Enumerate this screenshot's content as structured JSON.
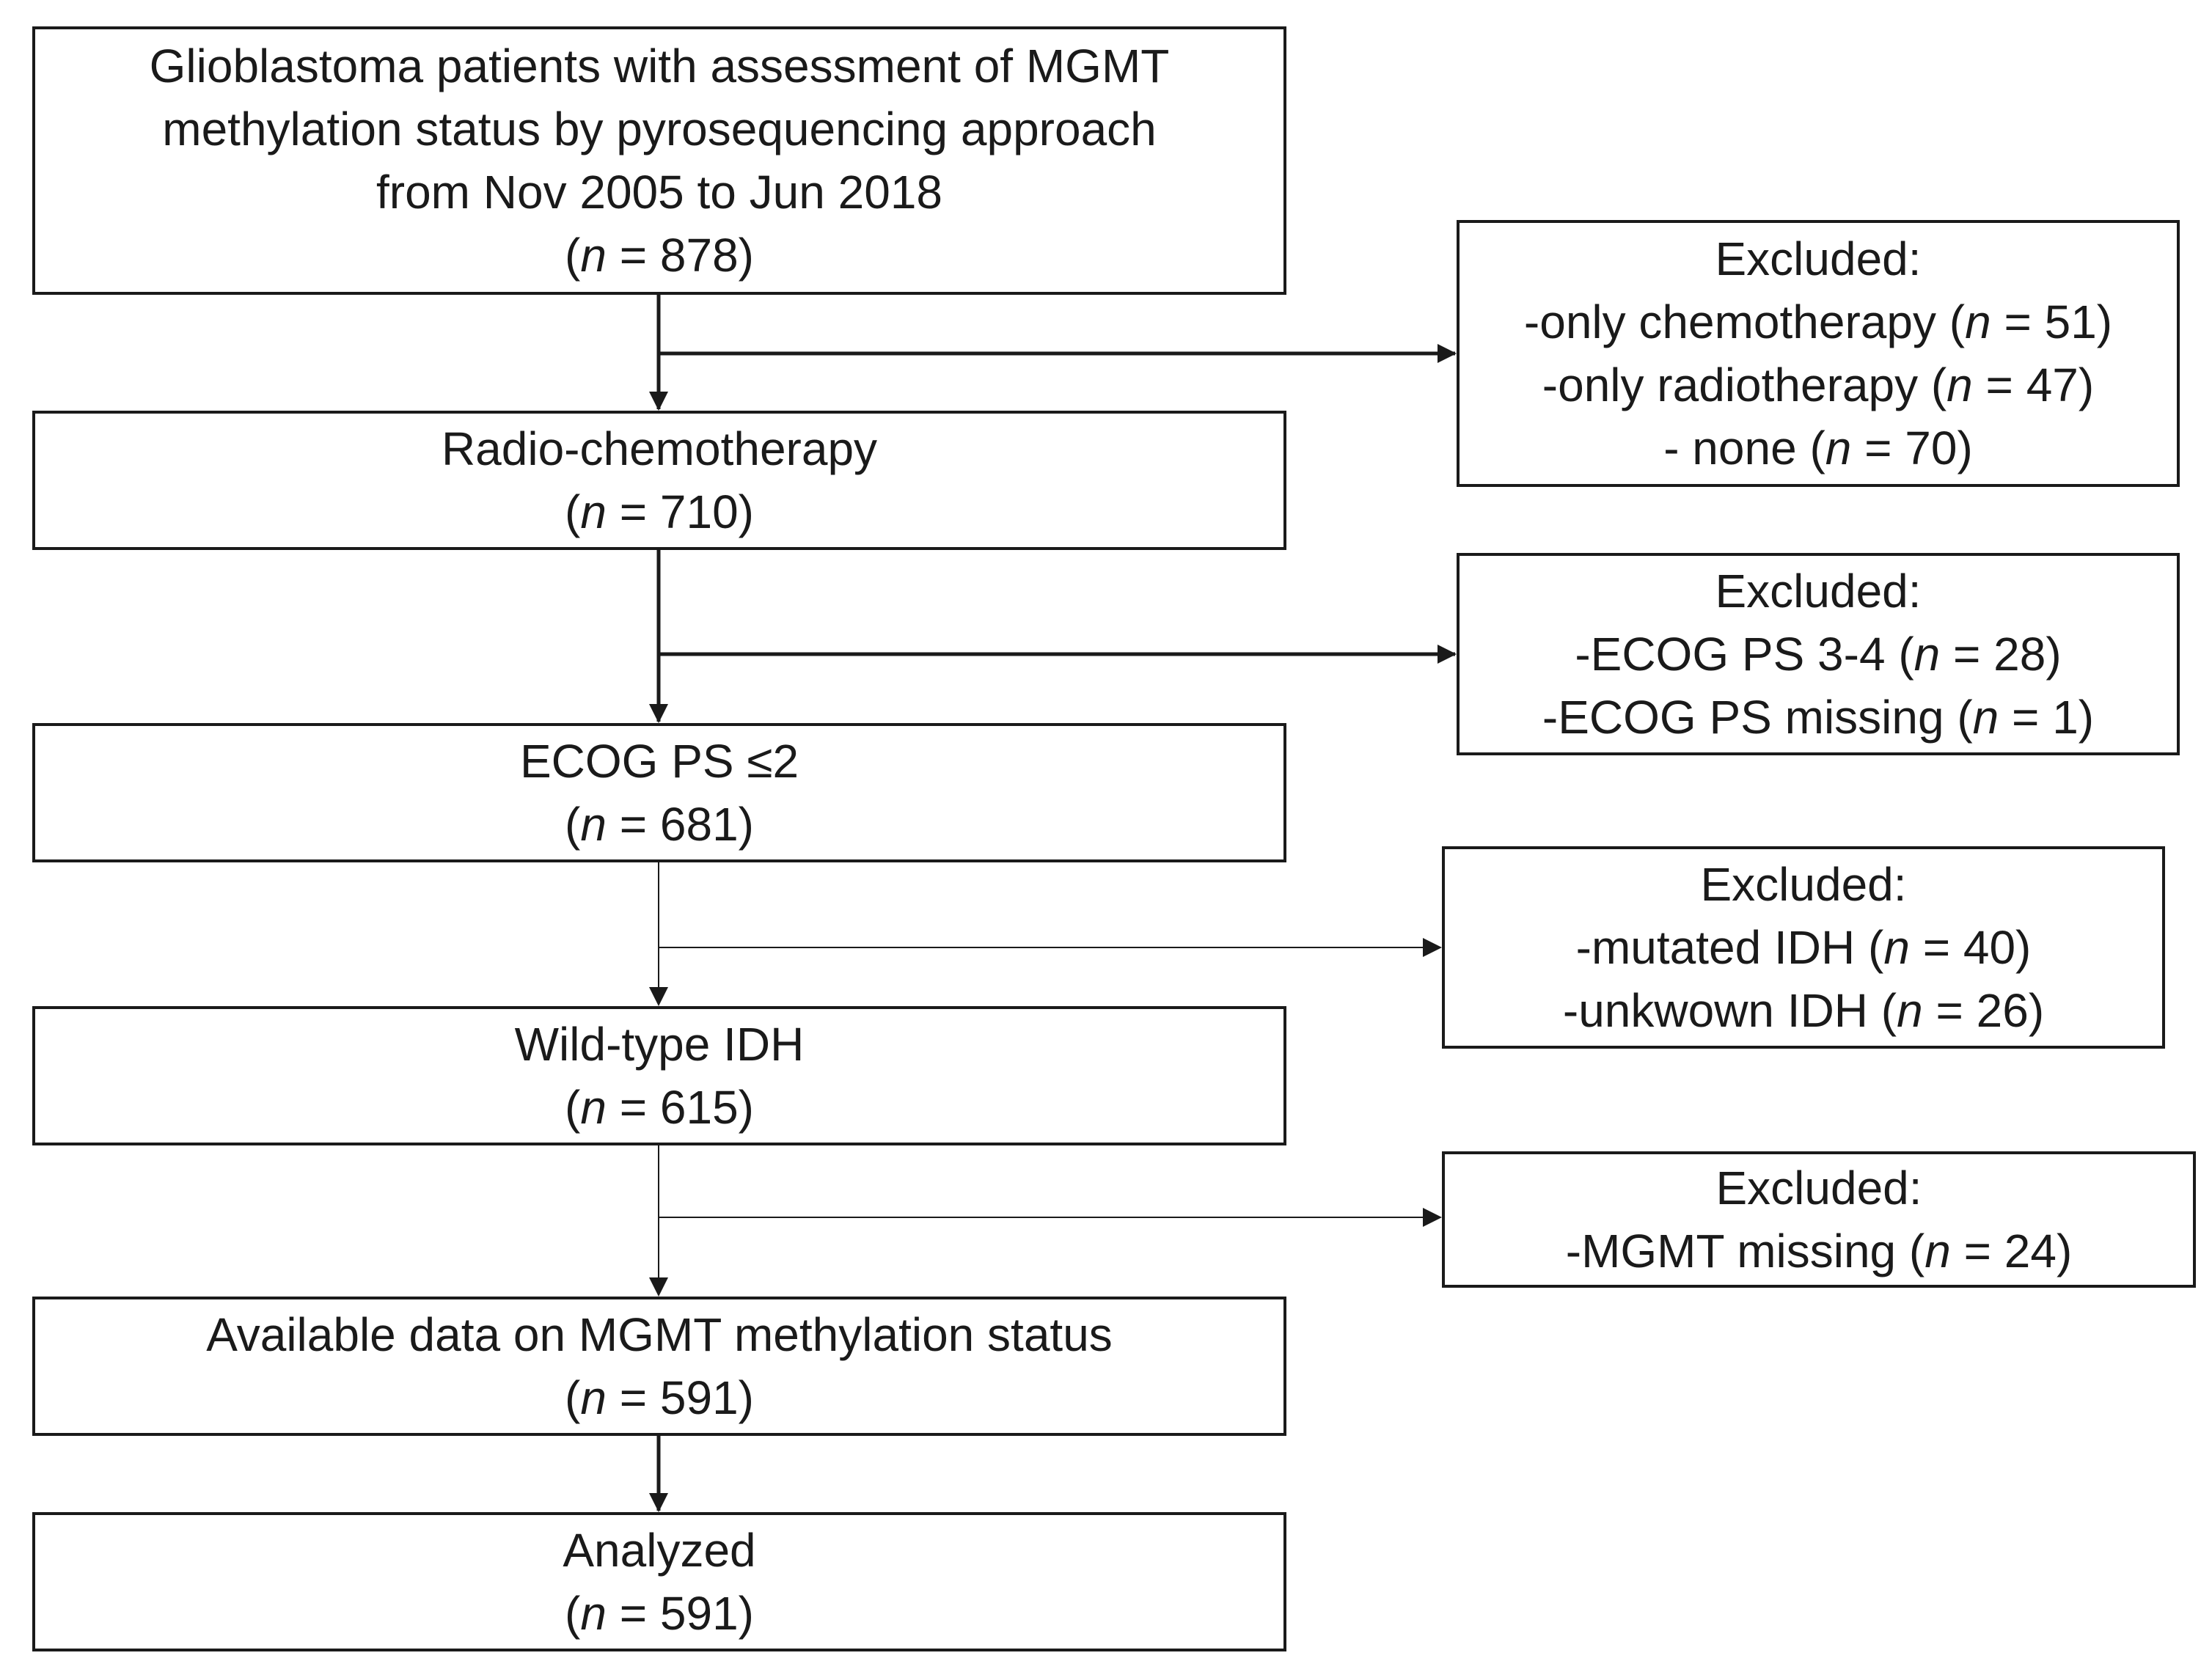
{
  "main_flow": [
    {
      "lines": [
        {
          "text": "Glioblastoma patients with assessment of MGMT"
        },
        {
          "text": "methylation status by pyrosequencing approach"
        },
        {
          "text": "from Nov 2005 to Jun 2018"
        },
        {
          "pre": "(",
          "n_symbol": "n",
          "post": " = 878)"
        }
      ]
    },
    {
      "lines": [
        {
          "text": "Radio-chemotherapy"
        },
        {
          "pre": "(",
          "n_symbol": "n",
          "post": " = 710)"
        }
      ]
    },
    {
      "lines": [
        {
          "text": "ECOG PS ≤2"
        },
        {
          "pre": "(",
          "n_symbol": "n",
          "post": " = 681)"
        }
      ]
    },
    {
      "lines": [
        {
          "text": "Wild-type IDH"
        },
        {
          "pre": "(",
          "n_symbol": "n",
          "post": " = 615)"
        }
      ]
    },
    {
      "lines": [
        {
          "text": "Available data on MGMT methylation status"
        },
        {
          "pre": "(",
          "n_symbol": "n",
          "post": " = 591)"
        }
      ]
    },
    {
      "lines": [
        {
          "text": "Analyzed"
        },
        {
          "pre": "(",
          "n_symbol": "n",
          "post": " = 591)"
        }
      ]
    }
  ],
  "exclusions": [
    {
      "lines": [
        {
          "text": "Excluded:"
        },
        {
          "pre": "-only chemotherapy (",
          "n_symbol": "n",
          "post": " = 51)"
        },
        {
          "pre": "-only radiotherapy (",
          "n_symbol": "n",
          "post": " = 47)"
        },
        {
          "pre": "- none (",
          "n_symbol": "n",
          "post": " = 70)"
        }
      ]
    },
    {
      "lines": [
        {
          "text": "Excluded:"
        },
        {
          "pre": "-ECOG PS 3-4 (",
          "n_symbol": "n",
          "post": " = 28)"
        },
        {
          "pre": "-ECOG PS  missing (",
          "n_symbol": "n",
          "post": " = 1)"
        }
      ]
    },
    {
      "lines": [
        {
          "text": "Excluded:"
        },
        {
          "pre": "-mutated IDH (",
          "n_symbol": "n",
          "post": " = 40)"
        },
        {
          "pre": "-unkwown IDH (",
          "n_symbol": "n",
          "post": " = 26)"
        }
      ]
    },
    {
      "lines": [
        {
          "text": "Excluded:"
        },
        {
          "pre": "-MGMT  missing (",
          "n_symbol": "n",
          "post": " = 24)"
        }
      ]
    }
  ],
  "colors": {
    "stroke": "#1a1a1a",
    "background": "#ffffff"
  }
}
